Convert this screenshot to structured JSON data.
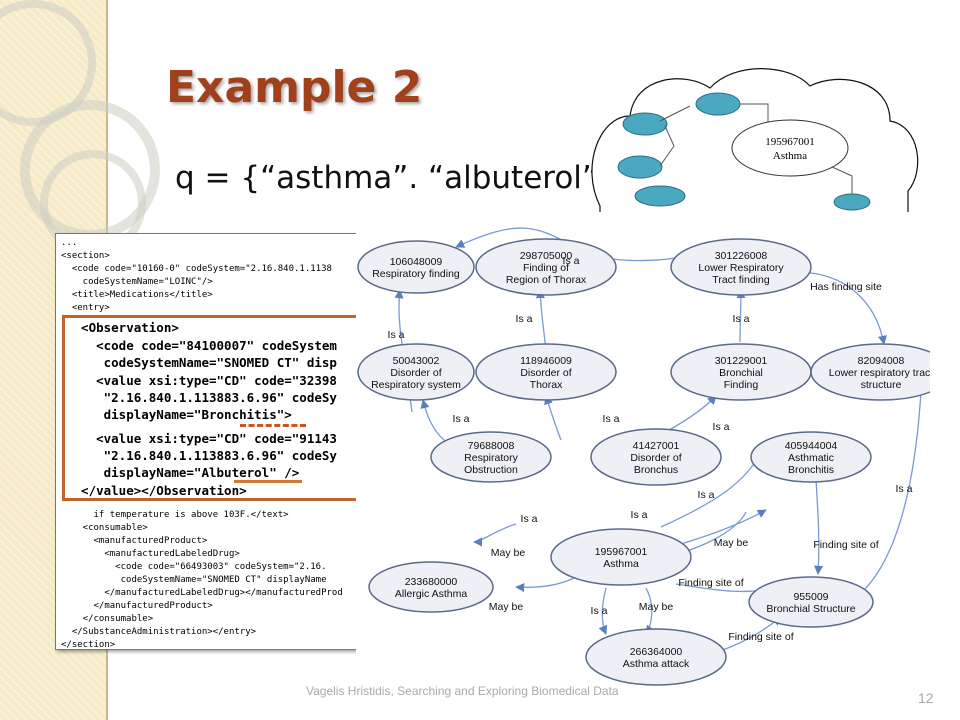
{
  "slide": {
    "title": "Example 2",
    "query": "q = {“asthma”. “albuterol”}",
    "footer": "Vagelis Hristidis, Searching and Exploring Biomedical Data",
    "page_number": "12"
  },
  "cloud": {
    "node_code": "195967001",
    "node_label": "Asthma"
  },
  "code": {
    "lines_top": [
      "...",
      "<section>",
      "  <code code=\"10160-0\" codeSystem=\"2.16.840.1.1138",
      "    codeSystemName=\"LOINC\"/>",
      "  <title>Medications</title>",
      "  <entry>"
    ],
    "lines_big": [
      "  <Observation>",
      "    <code code=\"84100007\" codeSystem",
      "     codeSystemName=\"SNOMED CT\" disp",
      "    <value xsi:type=\"CD\" code=\"32398",
      "     \"2.16.840.1.113883.6.96\" codeSy",
      "     displayName=\"Bronchitis\">",
      "    <value xsi:type=\"CD\" code=\"91143",
      "     \"2.16.840.1.113883.6.96\" codeSy",
      "     displayName=\"Albuterol\" />",
      "  </value></Observation>"
    ],
    "lines_bottom": [
      "      if temperature is above 103F.</text>",
      "    <consumable>",
      "      <manufacturedProduct>",
      "        <manufacturedLabeledDrug>",
      "          <code code=\"66493003\" codeSystem=\"2.16.",
      "           codeSystemName=\"SNOMED CT\" displayName",
      "        </manufacturedLabeledDrug></manufacturedProd",
      "      </manufacturedProduct>",
      "    </consumable>",
      "  </SubstanceAdministration></entry>",
      "</section>",
      "..."
    ]
  },
  "graph": {
    "nodes": [
      {
        "code": "106048009",
        "label1": "Respiratory finding",
        "label2": ""
      },
      {
        "code": "298705000",
        "label1": "Finding of",
        "label2": "Region of Thorax"
      },
      {
        "code": "301226008",
        "label1": "Lower Respiratory",
        "label2": "Tract finding"
      },
      {
        "code": "50043002",
        "label1": "Disorder of",
        "label2": "Respiratory system"
      },
      {
        "code": "118946009",
        "label1": "Disorder of",
        "label2": "Thorax"
      },
      {
        "code": "301229001",
        "label1": "Bronchial",
        "label2": "Finding"
      },
      {
        "code": "82094008",
        "label1": "Lower respiratory tract",
        "label2": "structure"
      },
      {
        "code": "79688008",
        "label1": "Respiratory",
        "label2": "Obstruction"
      },
      {
        "code": "41427001",
        "label1": "Disorder of",
        "label2": "Bronchus"
      },
      {
        "code": "405944004",
        "label1": "Asthmatic",
        "label2": "Bronchitis"
      },
      {
        "code": "195967001",
        "label1": "Asthma",
        "label2": ""
      },
      {
        "code": "233680000",
        "label1": "Allergic Asthma",
        "label2": ""
      },
      {
        "code": "955009",
        "label1": "Bronchial Structure",
        "label2": ""
      },
      {
        "code": "266364000",
        "label1": "Asthma attack",
        "label2": ""
      }
    ],
    "edge_labels": {
      "is_a": "Is a",
      "may_be": "May be",
      "finding_site_of": "Finding site of",
      "has_finding_site": "Has finding site"
    }
  }
}
